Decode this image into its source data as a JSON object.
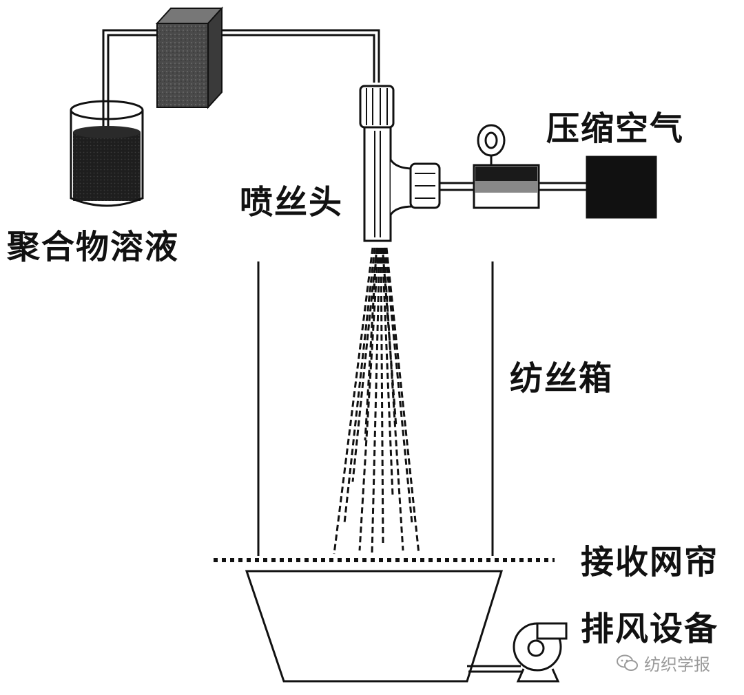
{
  "labels": {
    "polymer_solution": "聚合物溶液",
    "spinneret": "喷丝头",
    "compressed_air": "压缩空气",
    "spinning_box": "纺丝箱",
    "collector_screen": "接收网帘",
    "exhaust_device": "排风设备"
  },
  "watermark": {
    "icon": "wechat-icon",
    "text": "纺织学报"
  },
  "colors": {
    "line": "#111111",
    "liquid": "#1e1e1e",
    "pump": "#4a4a4a",
    "watermark": "#9a9a9a"
  }
}
